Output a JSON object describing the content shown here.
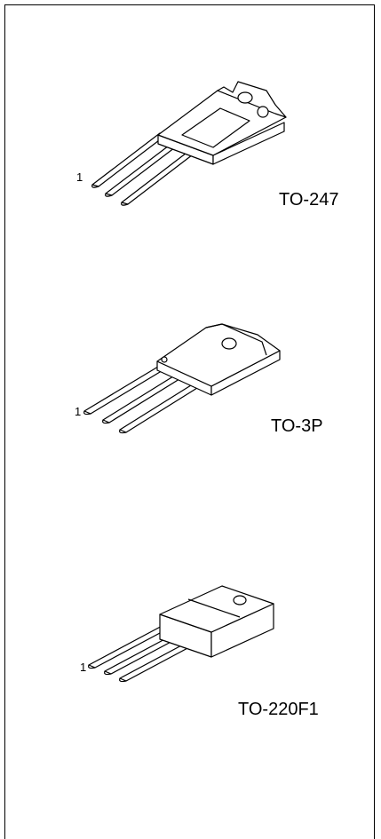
{
  "packages": [
    {
      "name": "TO-247",
      "pin_label": "1"
    },
    {
      "name": "TO-3P",
      "pin_label": "1"
    },
    {
      "name": "TO-220F1",
      "pin_label": "1"
    }
  ]
}
